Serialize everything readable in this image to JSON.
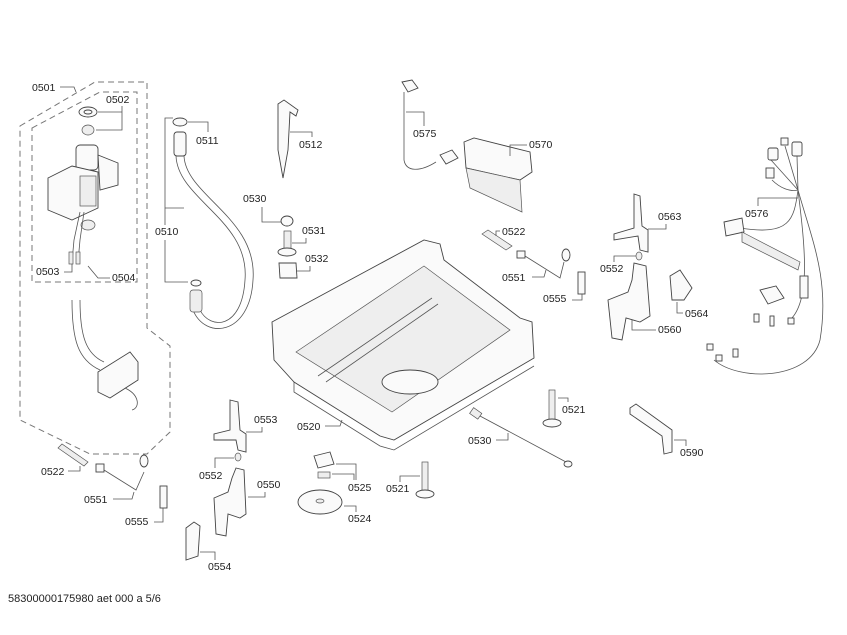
{
  "diagram": {
    "type": "exploded-parts-view",
    "footer_text": "58300000175980 aet 000 a 5/6",
    "callouts": {
      "c0501": "0501",
      "c0502": "0502",
      "c0503": "0503",
      "c0504": "0504",
      "c0510": "0510",
      "c0511": "0511",
      "c0512": "0512",
      "c0530a": "0530",
      "c0531": "0531",
      "c0532": "0532",
      "c0575": "0575",
      "c0570": "0570",
      "c0522a": "0522",
      "c0551a": "0551",
      "c0555a": "0555",
      "c0563": "0563",
      "c0552a": "0552",
      "c0564": "0564",
      "c0560": "0560",
      "c0576": "0576",
      "c0520": "0520",
      "c0521a": "0521",
      "c0530b": "0530",
      "c0590": "0590",
      "c0553": "0553",
      "c0552b": "0552",
      "c0550": "0550",
      "c0522b": "0522",
      "c0551b": "0551",
      "c0555b": "0555",
      "c0554": "0554",
      "c0525": "0525",
      "c0524": "0524",
      "c0521b": "0521"
    }
  }
}
